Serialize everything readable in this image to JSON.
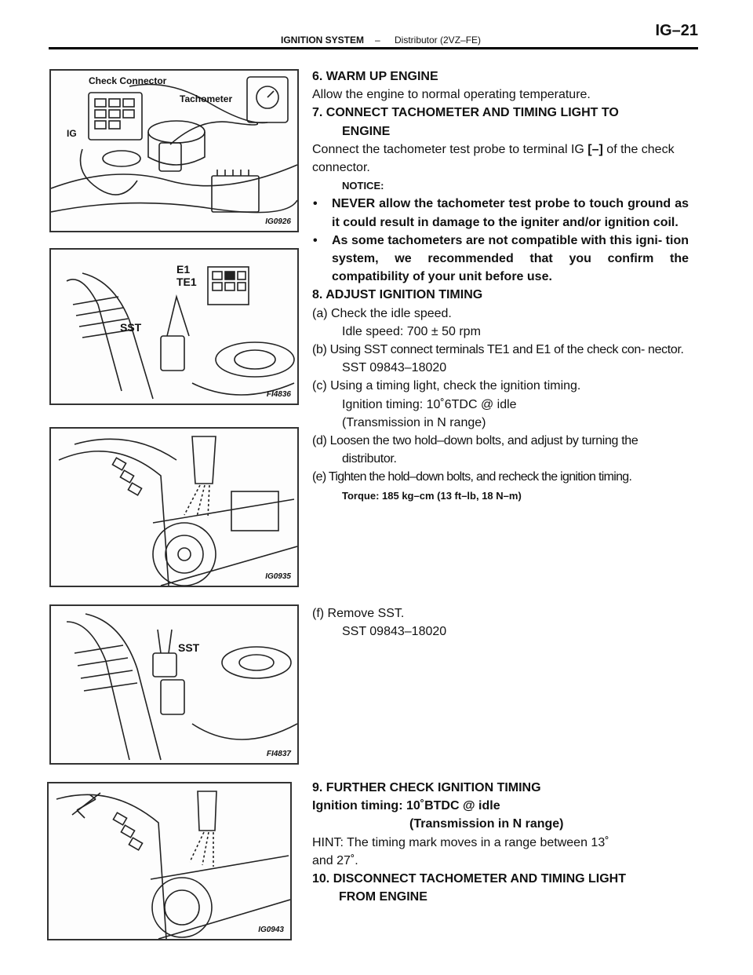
{
  "header": {
    "system": "IGNITION SYSTEM",
    "dash": "–",
    "subsystem": "Distributor (2VZ–FE)",
    "page": "IG–21"
  },
  "figures": [
    {
      "code": "IG0926",
      "labels": [
        "Check Connector",
        "Tachometer",
        "IG"
      ]
    },
    {
      "code": "FI4836",
      "labels": [
        "E1",
        "TE1",
        "SST"
      ]
    },
    {
      "code": "IG0935",
      "labels": []
    },
    {
      "code": "FI4837",
      "labels": [
        "SST"
      ]
    },
    {
      "code": "IG0943",
      "labels": []
    }
  ],
  "block1": {
    "s6_title": "6. WARM UP ENGINE",
    "s6_text": "Allow the engine to normal operating temperature.",
    "s7_title_a": "7. CONNECT TACHOMETER AND TIMING LIGHT TO",
    "s7_title_b": "ENGINE",
    "s7_text_a": "Connect the tachometer test probe to terminal IG ",
    "s7_text_bold": "[–]",
    "s7_text_b": " of the check connector.",
    "notice": "NOTICE:",
    "bullet1": "NEVER allow the tachometer test probe to touch ground as it could result in damage to the igniter and/or ignition coil.",
    "bullet2": "As some tachometers are not compatible with this igni- tion system, we recommended that you confirm the compatibility of your unit before use.",
    "s8_title": "8. ADJUST IGNITION TIMING",
    "a": "(a) Check the idle speed.",
    "a_spec": "Idle speed: 700 ± 50 rpm",
    "b": "(b) Using SST connect terminals TE1 and E1 of the check con- nector.",
    "b_spec": "SST  09843–18020",
    "c": "(c) Using a timing light, check the ignition timing.",
    "c_spec1": "Ignition timing: 10˚6TDC @ idle",
    "c_spec2": "(Transmission in N range)",
    "d": "(d) Loosen the two hold–down bolts, and adjust by turning the distributor.",
    "e": "(e) Tighten the hold–down bolts, and recheck the ignition timing.",
    "torque": "Torque: 185 kg–cm (13 ft–lb, 18 N–m)"
  },
  "block2": {
    "f": "(f) Remove SST.",
    "f_spec": "SST  09843–18020"
  },
  "block3": {
    "s9_title": "9. FURTHER CHECK IGNITION TIMING",
    "s9_spec1": "Ignition timing: 10˚BTDC @ idle",
    "s9_spec2": "(Transmission in N range)",
    "hint": "HINT: The timing mark moves in a range between 13˚ and 27˚.",
    "s10_title_a": "10. DISCONNECT TACHOMETER AND TIMING LIGHT",
    "s10_title_b": "FROM ENGINE"
  }
}
